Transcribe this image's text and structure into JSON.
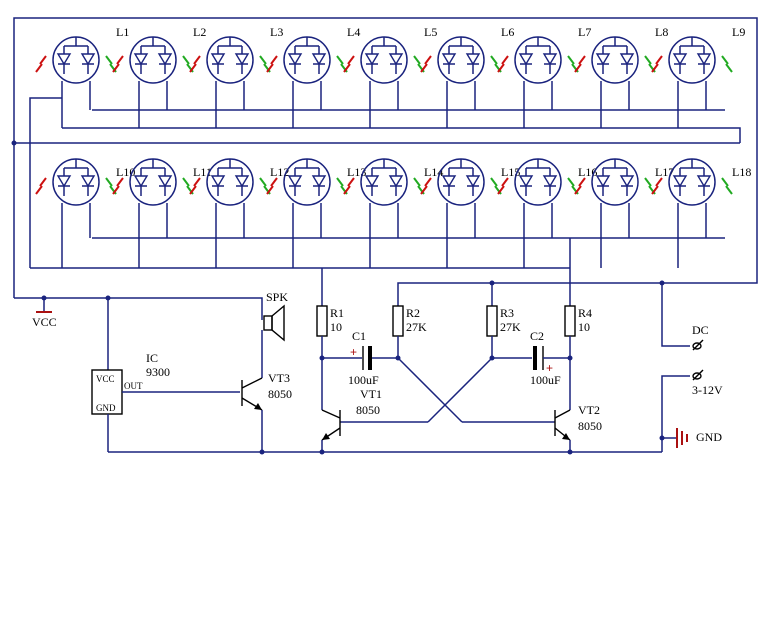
{
  "led_top_labels": [
    "L1",
    "L2",
    "L3",
    "L4",
    "L5",
    "L6",
    "L7",
    "L8",
    "L9"
  ],
  "led_bottom_labels": [
    "L10",
    "L11",
    "L12",
    "L13",
    "L14",
    "L15",
    "L16",
    "L17",
    "L18"
  ],
  "vcc": "VCC",
  "ic": {
    "name": "IC",
    "part": "9300",
    "pin_vcc": "VCC",
    "pin_out": "OUT",
    "pin_gnd": "GND"
  },
  "spk": "SPK",
  "vt3": {
    "name": "VT3",
    "part": "8050"
  },
  "r1": {
    "name": "R1",
    "value": "10"
  },
  "r2": {
    "name": "R2",
    "value": "27K"
  },
  "r3": {
    "name": "R3",
    "value": "27K"
  },
  "r4": {
    "name": "R4",
    "value": "10"
  },
  "c1": {
    "name": "C1",
    "value": "100uF",
    "polarity": "+"
  },
  "c2": {
    "name": "C2",
    "value": "100uF",
    "polarity": "+"
  },
  "vt1": {
    "name": "VT1",
    "part": "8050"
  },
  "vt2": {
    "name": "VT2",
    "part": "8050"
  },
  "dc": {
    "label": "DC",
    "range": "3-12V"
  },
  "gnd": "GND",
  "colors": {
    "wire": "#1a237e",
    "led_red": "#cc1111",
    "led_green": "#22aa22"
  }
}
